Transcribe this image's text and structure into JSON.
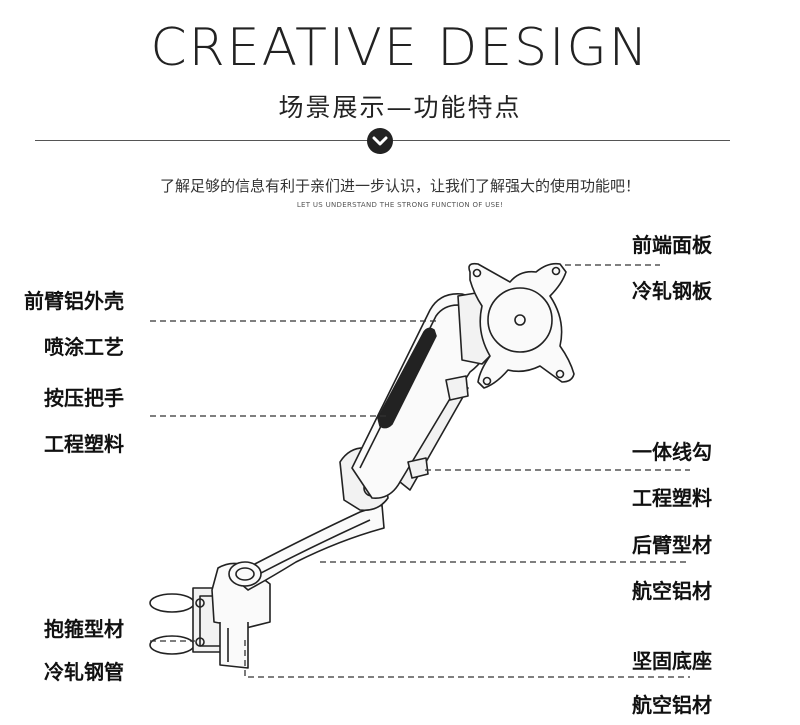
{
  "header": {
    "title": "CREATIVE DESIGN",
    "subtitle": "场景展示—功能特点",
    "intro": "了解足够的信息有利于亲们进一步认识，让我们了解强大的使用功能吧！",
    "intro_en": "LET US UNDERSTAND THE STRONG FUNCTION OF USE!"
  },
  "labels": {
    "front_panel_1": "前端面板",
    "front_panel_2": "冷轧钢板",
    "forearm_1": "前臂铝外壳",
    "forearm_2": "喷涂工艺",
    "handle_1": "按压把手",
    "handle_2": "工程塑料",
    "hook_1": "一体线勾",
    "hook_2": "工程塑料",
    "rear_arm_1": "后臂型材",
    "rear_arm_2": "航空铝材",
    "clamp_1": "抱箍型材",
    "clamp_2": "冷轧钢管",
    "base_1": "坚固底座",
    "base_2": "航空铝材"
  },
  "colors": {
    "line": "#333333",
    "badge": "#222222"
  }
}
